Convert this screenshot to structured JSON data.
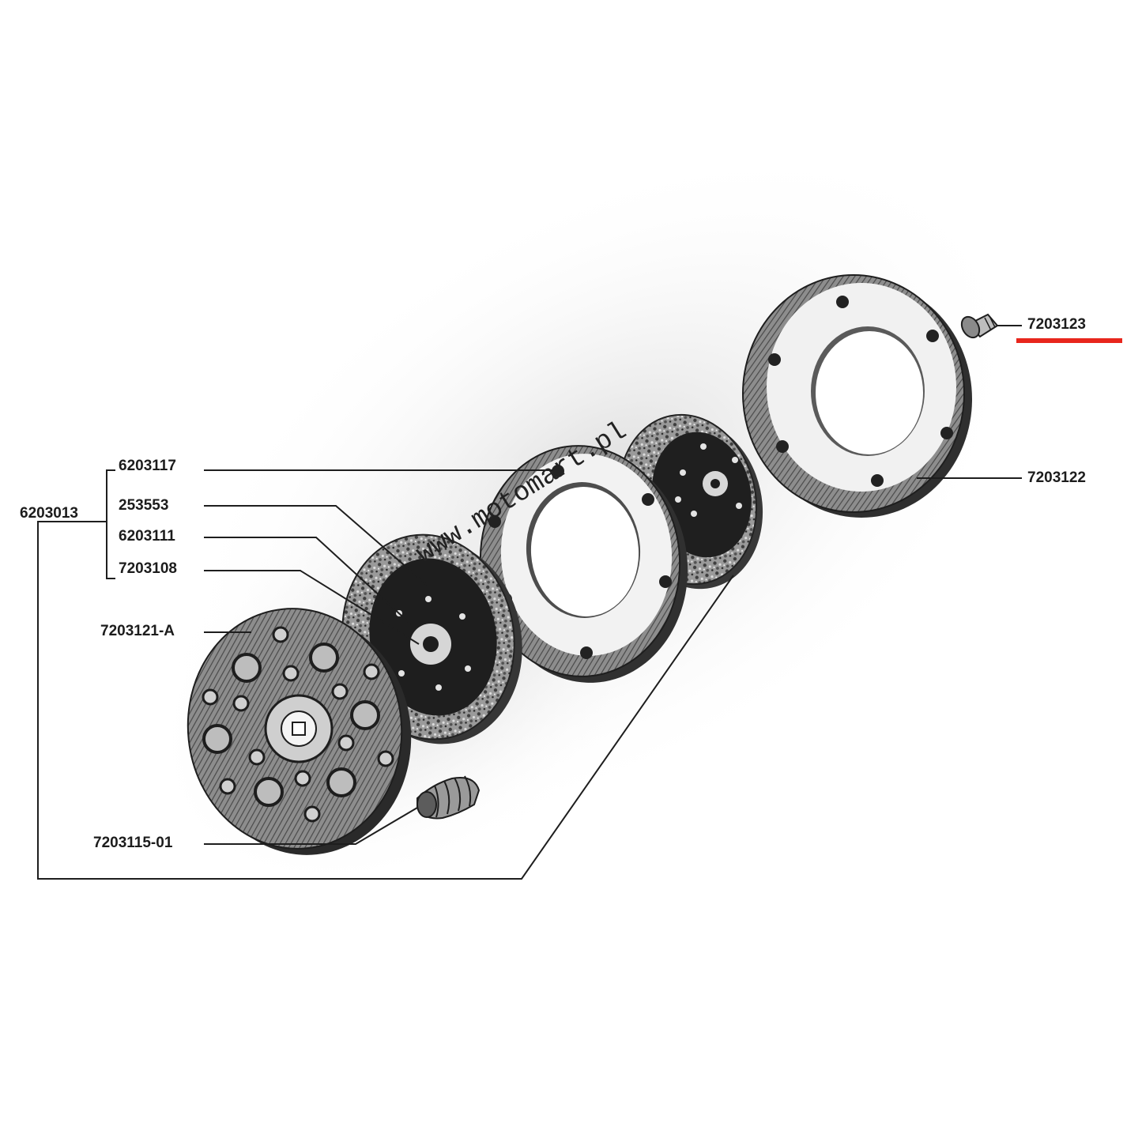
{
  "watermark": "www.motomart.pl",
  "highlight_color": "#e8261c",
  "labels": {
    "assembly": "6203013",
    "plate_top": "6203117",
    "rivet": "253553",
    "disc": "6203111",
    "hub": "7203108",
    "pressure_plate": "7203121-A",
    "spring": "7203115-01",
    "screw": "7203123",
    "cover_ring": "7203122"
  }
}
